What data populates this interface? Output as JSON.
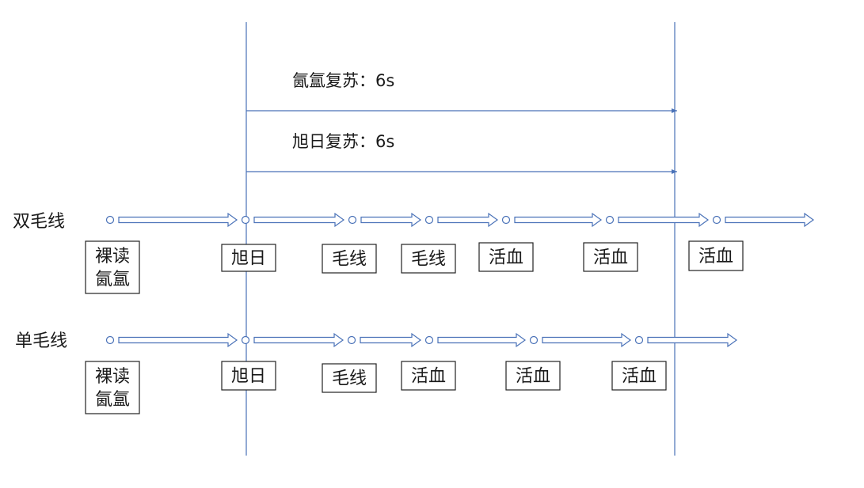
{
  "annotations": [
    {
      "label": "氤氲复苏：6s"
    },
    {
      "label": "旭日复苏：6s"
    }
  ],
  "rows": [
    {
      "label": "双毛线",
      "steps": [
        {
          "lines": [
            "裸读",
            "氤氲"
          ]
        },
        {
          "lines": [
            "旭日"
          ]
        },
        {
          "lines": [
            "毛线"
          ]
        },
        {
          "lines": [
            "毛线"
          ]
        },
        {
          "lines": [
            "活血"
          ]
        },
        {
          "lines": [
            "活血"
          ]
        },
        {
          "lines": [
            "活血"
          ]
        }
      ]
    },
    {
      "label": "单毛线",
      "steps": [
        {
          "lines": [
            "裸读",
            "氤氲"
          ]
        },
        {
          "lines": [
            "旭日"
          ]
        },
        {
          "lines": [
            "毛线"
          ]
        },
        {
          "lines": [
            "活血"
          ]
        },
        {
          "lines": [
            "活血"
          ]
        },
        {
          "lines": [
            "活血"
          ]
        }
      ]
    }
  ],
  "colors": {
    "line": "#4a72b8",
    "box": "#222222"
  }
}
